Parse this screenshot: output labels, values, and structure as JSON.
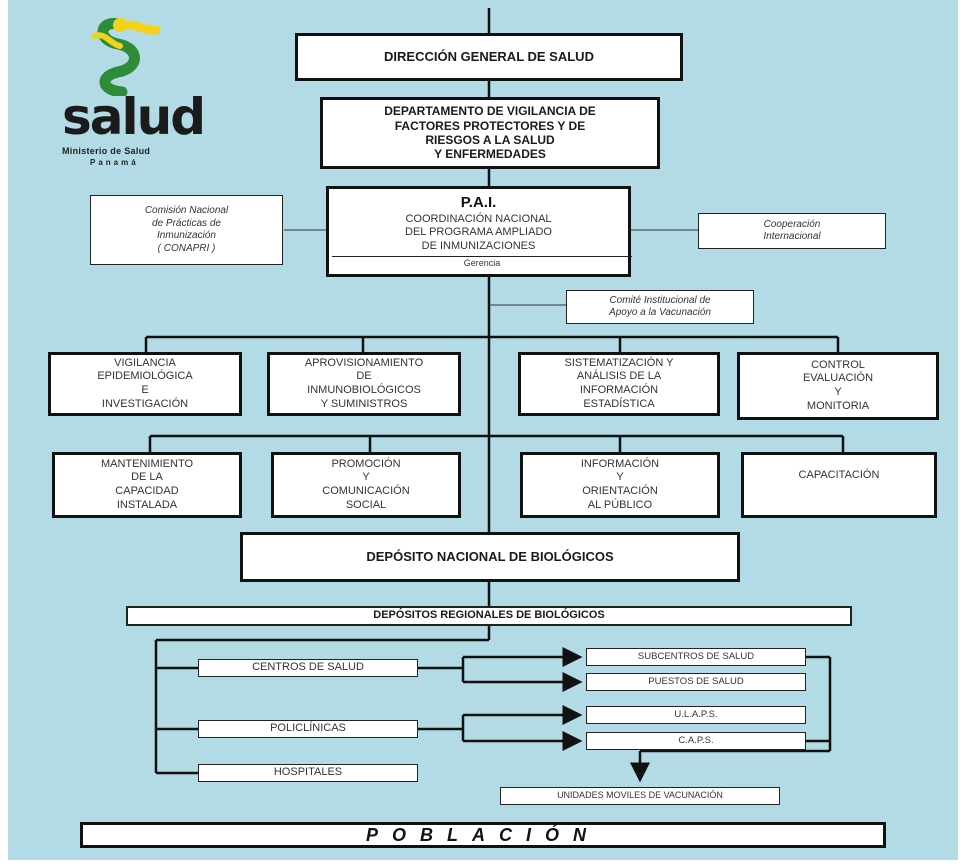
{
  "logo": {
    "name": "salud",
    "ministry": "Ministerio de Salud",
    "country": "Panamá",
    "colors": {
      "green": "#2e8b3a",
      "yellow": "#f2d21b"
    }
  },
  "nodes": {
    "direccion": "DIRECCIÓN GENERAL DE SALUD",
    "departamento": "DEPARTAMENTO DE VIGILANCIA DE\nFACTORES PROTECTORES Y DE\nRIESGOS A LA SALUD\nY ENFERMEDADES",
    "pai_title": "P.A.I.",
    "pai_body": "COORDINACIÓN NACIONAL\nDEL PROGRAMA AMPLIADO\nDE INMUNIZACIONES",
    "pai_gerencia": "Gerencia",
    "conapri": "Comisión Nacional\nde Prácticas de\nInmunización\n( CONAPRI )",
    "cooperacion": "Cooperación\nInternacional",
    "comite": "Comité Institucional de\nApoyo a la Vacunación",
    "vigilancia": "VIGILANCIA\nEPIDEMIOLÓGICA\nE\nINVESTIGACIÓN",
    "aprovisionamiento": "APROVISIONAMIENTO\nDE\nINMUNOBIOLÓGICOS\nY SUMINISTROS",
    "sistematizacion": "SISTEMATIZACIÓN Y\nANÁLISIS DE LA\nINFORMACIÓN\nESTADÍSTICA",
    "control": "CONTROL\nEVALUACIÓN\nY\nMONITORIA",
    "mantenimiento": "MANTENIMIENTO\nDE LA\nCAPACIDAD\nINSTALADA",
    "promocion": "PROMOCIÓN\nY\nCOMUNICACIÓN\nSOCIAL",
    "informacion": "INFORMACIÓN\nY\nORIENTACIÓN\nAL PÚBLICO",
    "capacitacion": "CAPACITACIÓN",
    "deposito_nacional": "DEPÓSITO NACIONAL DE BIOLÓGICOS",
    "depositos_regionales": "DEPÓSITOS REGIONALES DE BIOLÓGICOS",
    "centros": "CENTROS DE SALUD",
    "policlinicas": "POLICLÍNICAS",
    "hospitales": "HOSPITALES",
    "subcentros": "SUBCENTROS DE SALUD",
    "puestos": "PUESTOS DE SALUD",
    "ulaps": "U.L.A.P.S.",
    "caps": "C.A.P.S.",
    "unidades": "UNIDADES MOVILES DE VACUNACIÓN",
    "poblacion": "POBLACIÓN"
  }
}
